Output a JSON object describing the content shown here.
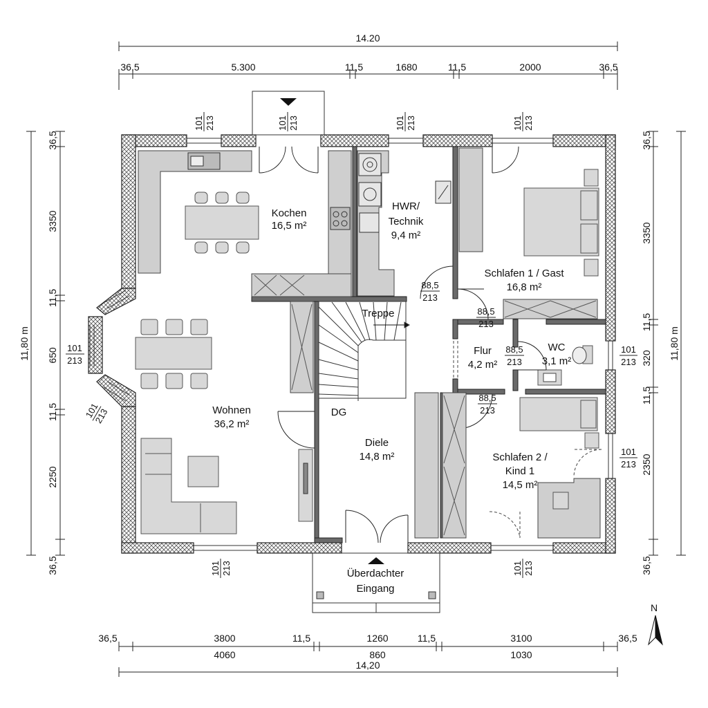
{
  "dimensions": {
    "top_total": "14.20",
    "top_segments": [
      "36,5",
      "5.300",
      "11,5",
      "1680",
      "11,5",
      "2000",
      "36,5"
    ],
    "bottom_segments_a": [
      "36,5",
      "3800",
      "11,5",
      "1260",
      "11,5",
      "3100",
      "36,5"
    ],
    "bottom_segments_b": [
      "4060",
      "860",
      "1030"
    ],
    "bottom_total": "14,20",
    "left_total": "11,80 m",
    "left_segments": [
      "36,5",
      "3350",
      "11,5",
      "650",
      "11,5",
      "2250",
      "36,5"
    ],
    "right_total": "11,80 m",
    "right_segments": [
      "36,5",
      "3350",
      "11,5",
      "320",
      "11,5",
      "2350",
      "36,5"
    ]
  },
  "openings": {
    "w_top1": {
      "w": "101",
      "h": "213"
    },
    "w_top2": {
      "w": "101",
      "h": "213"
    },
    "w_top3": {
      "w": "101",
      "h": "213"
    },
    "w_top4": {
      "w": "101",
      "h": "213"
    },
    "w_left_bay": {
      "w": "101",
      "h": "213"
    },
    "w_left_bay_diag": {
      "w": "101",
      "h": "213"
    },
    "w_bottom_left": {
      "w": "101",
      "h": "213"
    },
    "w_bottom_right": {
      "w": "101",
      "h": "213"
    },
    "w_right_wc": {
      "w": "101",
      "h": "213"
    },
    "w_right_kind": {
      "w": "101",
      "h": "213"
    },
    "d_hwr": {
      "w": "88,5",
      "h": "213"
    },
    "d_schlafen1": {
      "w": "88,5",
      "h": "213"
    },
    "d_wc": {
      "w": "88,5",
      "h": "213"
    },
    "d_schlafen2": {
      "w": "88,5",
      "h": "213"
    }
  },
  "rooms": {
    "kochen": {
      "name": "Kochen",
      "area": "16,5 m²"
    },
    "hwr": {
      "line1": "HWR/",
      "line2": "Technik",
      "area": "9,4 m²"
    },
    "schlafen1": {
      "name": "Schlafen 1 / Gast",
      "area": "16,8 m²"
    },
    "treppe": "Treppe",
    "flur": {
      "name": "Flur",
      "area": "4,2 m²"
    },
    "wc": {
      "name": "WC",
      "area": "3,1 m²"
    },
    "wohnen": {
      "name": "Wohnen",
      "area": "36,2 m²"
    },
    "dg": "DG",
    "diele": {
      "name": "Diele",
      "area": "14,8 m²"
    },
    "schlafen2": {
      "line1": "Schlafen 2 /",
      "line2": "Kind 1",
      "area": "14,5 m²"
    },
    "eingang": {
      "line1": "Überdachter",
      "line2": "Eingang"
    }
  },
  "north": "N",
  "colors": {
    "wall_fill": "#ffffff",
    "furniture": "#d8d8d8",
    "wall_hatch": "#444444"
  }
}
